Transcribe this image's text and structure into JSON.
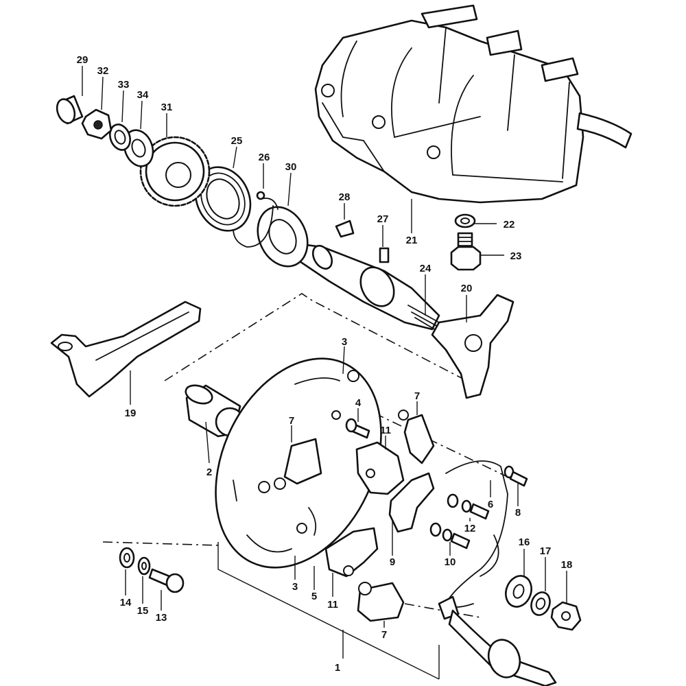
{
  "callouts": [
    {
      "text": "1"
    },
    {
      "text": "2"
    },
    {
      "text": "3"
    },
    {
      "text": "3"
    },
    {
      "text": "4"
    },
    {
      "text": "5"
    },
    {
      "text": "6"
    },
    {
      "text": "7"
    },
    {
      "text": "7"
    },
    {
      "text": "7"
    },
    {
      "text": "8"
    },
    {
      "text": "9"
    },
    {
      "text": "10"
    },
    {
      "text": "11"
    },
    {
      "text": "11"
    },
    {
      "text": "12"
    },
    {
      "text": "13"
    },
    {
      "text": "14"
    },
    {
      "text": "15"
    },
    {
      "text": "16"
    },
    {
      "text": "17"
    },
    {
      "text": "18"
    },
    {
      "text": "19"
    },
    {
      "text": "20"
    },
    {
      "text": "21"
    },
    {
      "text": "22"
    },
    {
      "text": "23"
    },
    {
      "text": "24"
    },
    {
      "text": "25"
    },
    {
      "text": "26"
    },
    {
      "text": "27"
    },
    {
      "text": "28"
    },
    {
      "text": "29"
    },
    {
      "text": "30"
    },
    {
      "text": "31"
    },
    {
      "text": "32"
    },
    {
      "text": "33"
    },
    {
      "text": "34"
    }
  ]
}
